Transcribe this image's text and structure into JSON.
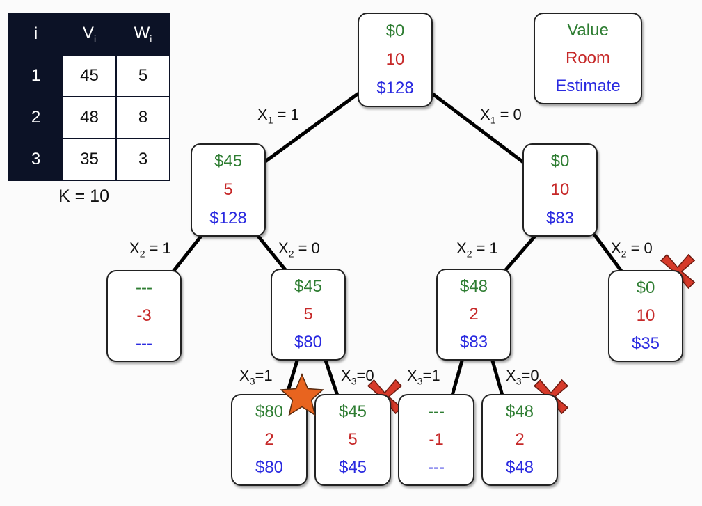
{
  "colors": {
    "value": "#2e7d32",
    "room": "#c62828",
    "estimate": "#2a2ae0",
    "table_bg": "#0c1226",
    "star": "#e8641f",
    "cross": "#d63a2a"
  },
  "table": {
    "headers": [
      "i",
      "Vi",
      "Wi"
    ],
    "rows": [
      [
        "1",
        "45",
        "5"
      ],
      [
        "2",
        "48",
        "8"
      ],
      [
        "3",
        "35",
        "3"
      ]
    ]
  },
  "capacity_label": "K = 10",
  "legend": {
    "value": "Value",
    "room": "Room",
    "estimate": "Estimate"
  },
  "nodes": {
    "root": {
      "value": "$0",
      "room": "10",
      "estimate": "$128"
    },
    "l": {
      "value": "$45",
      "room": "5",
      "estimate": "$128"
    },
    "r": {
      "value": "$0",
      "room": "10",
      "estimate": "$83"
    },
    "ll": {
      "value": "---",
      "room": "-3",
      "estimate": "---"
    },
    "lr": {
      "value": "$45",
      "room": "5",
      "estimate": "$80"
    },
    "rl": {
      "value": "$48",
      "room": "2",
      "estimate": "$83"
    },
    "rr": {
      "value": "$0",
      "room": "10",
      "estimate": "$35"
    },
    "lrl": {
      "value": "$80",
      "room": "2",
      "estimate": "$80"
    },
    "lrr": {
      "value": "$45",
      "room": "5",
      "estimate": "$45"
    },
    "rll": {
      "value": "---",
      "room": "-1",
      "estimate": "---"
    },
    "rlr": {
      "value": "$48",
      "room": "2",
      "estimate": "$48"
    }
  },
  "edge_labels": {
    "x1_1": {
      "var": "X",
      "sub": "1",
      "eq": " = 1"
    },
    "x1_0": {
      "var": "X",
      "sub": "1",
      "eq": " = 0"
    },
    "x2_1_left": {
      "var": "X",
      "sub": "2",
      "eq": " = 1"
    },
    "x2_0_left": {
      "var": "X",
      "sub": "2",
      "eq": " = 0"
    },
    "x2_1_right": {
      "var": "X",
      "sub": "2",
      "eq": " = 1"
    },
    "x2_0_right": {
      "var": "X",
      "sub": "2",
      "eq": " = 0"
    },
    "x3_1_left": {
      "var": "X",
      "sub": "3",
      "eq": "=1"
    },
    "x3_0_left": {
      "var": "X",
      "sub": "3",
      "eq": "=0"
    },
    "x3_1_right": {
      "var": "X",
      "sub": "3",
      "eq": "=1"
    },
    "x3_0_right": {
      "var": "X",
      "sub": "3",
      "eq": "=0"
    }
  },
  "markers": {
    "optimal": "star-icon",
    "pruned": "cross-icon"
  }
}
